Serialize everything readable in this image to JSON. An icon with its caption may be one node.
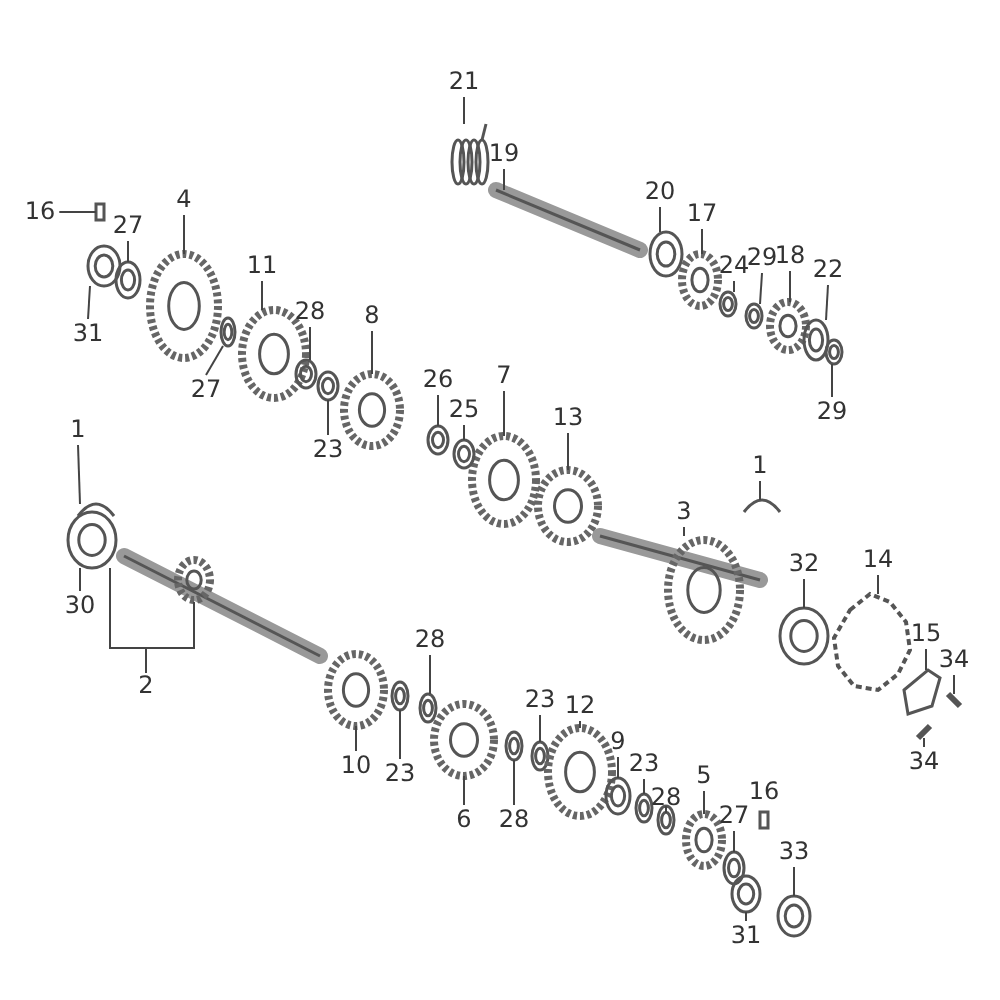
{
  "diagram": {
    "nodes": [
      {
        "text": [
          "21"
        ]
      },
      {
        "text": [
          "19"
        ]
      },
      {
        "text": [
          "20"
        ]
      },
      {
        "text": [
          "16"
        ]
      },
      {
        "text": [
          "4"
        ]
      },
      {
        "text": [
          "17"
        ]
      },
      {
        "text": [
          "27"
        ]
      },
      {
        "text": [
          "29"
        ]
      },
      {
        "text": [
          "18"
        ]
      },
      {
        "text": [
          "22"
        ]
      },
      {
        "text": [
          "24"
        ]
      },
      {
        "text": [
          "11"
        ]
      },
      {
        "text": [
          "28"
        ]
      },
      {
        "text": [
          "8"
        ]
      },
      {
        "text": [
          "31"
        ]
      },
      {
        "text": [
          "7"
        ]
      },
      {
        "text": [
          "26"
        ]
      },
      {
        "text": [
          "27"
        ]
      },
      {
        "text": [
          "25"
        ]
      },
      {
        "text": [
          "29"
        ]
      },
      {
        "text": [
          "13"
        ]
      },
      {
        "text": [
          "1"
        ]
      },
      {
        "text": [
          "23"
        ]
      },
      {
        "text": [
          "1"
        ]
      },
      {
        "text": [
          "3"
        ]
      },
      {
        "text": [
          "32"
        ]
      },
      {
        "text": [
          "14"
        ]
      },
      {
        "text": [
          "15"
        ]
      },
      {
        "text": [
          "34"
        ]
      },
      {
        "text": [
          "30"
        ]
      },
      {
        "text": [
          "2"
        ]
      },
      {
        "text": [
          "28"
        ]
      },
      {
        "text": [
          "23"
        ]
      },
      {
        "text": [
          "12"
        ]
      },
      {
        "text": [
          "9"
        ]
      },
      {
        "text": [
          "10"
        ]
      },
      {
        "text": [
          "23"
        ]
      },
      {
        "text": [
          "5"
        ]
      },
      {
        "text": [
          "27"
        ]
      },
      {
        "text": [
          "28"
        ]
      },
      {
        "text": [
          "23"
        ]
      },
      {
        "text": [
          "34"
        ]
      },
      {
        "text": [
          "6"
        ]
      },
      {
        "text": [
          "28"
        ]
      },
      {
        "text": [
          "33"
        ]
      },
      {
        "text": [
          "31"
        ]
      },
      {
        "text": [],
        "shape": "spring"
      },
      {
        "text": [],
        "shape": "shaft"
      },
      {
        "text": [],
        "shape": "ring"
      },
      {
        "text": [],
        "shape": "pin"
      },
      {
        "text": [],
        "shape": "gear"
      },
      {
        "text": [],
        "shape": "gear"
      },
      {
        "text": [],
        "shape": "ring"
      },
      {
        "text": [],
        "shape": "ring"
      },
      {
        "text": [],
        "shape": "gear"
      },
      {
        "text": [],
        "shape": "ring"
      },
      {
        "text": [],
        "shape": "ring"
      },
      {
        "text": [],
        "shape": "gear"
      },
      {
        "text": [],
        "shape": "ring"
      },
      {
        "text": [],
        "shape": "gear"
      },
      {
        "text": [],
        "shape": "ring"
      },
      {
        "text": [],
        "shape": "gear"
      },
      {
        "text": [],
        "shape": "ring"
      },
      {
        "text": [],
        "shape": "ring"
      },
      {
        "text": [],
        "shape": "ring"
      },
      {
        "text": [],
        "shape": "ring"
      },
      {
        "text": [],
        "shape": "gear"
      },
      {
        "text": [],
        "shape": "clip"
      },
      {
        "text": [],
        "shape": "ring"
      },
      {
        "text": [],
        "shape": "clip"
      },
      {
        "text": [],
        "shape": "shaft"
      },
      {
        "text": [],
        "shape": "ring"
      },
      {
        "text": [],
        "shape": "sprocket"
      },
      {
        "text": [],
        "shape": "plate"
      },
      {
        "text": [],
        "shape": "bolt"
      },
      {
        "text": [],
        "shape": "ring"
      },
      {
        "text": [],
        "shape": "shaft"
      },
      {
        "text": [],
        "shape": "ring"
      },
      {
        "text": [],
        "shape": "ring"
      },
      {
        "text": [],
        "shape": "gear"
      },
      {
        "text": [],
        "shape": "ring"
      },
      {
        "text": [],
        "shape": "gear"
      },
      {
        "text": [],
        "shape": "ring"
      },
      {
        "text": [],
        "shape": "gear"
      },
      {
        "text": [],
        "shape": "ring"
      },
      {
        "text": [],
        "shape": "ring"
      },
      {
        "text": [],
        "shape": "ring"
      },
      {
        "text": [],
        "shape": "bolt"
      },
      {
        "text": [],
        "shape": "gear"
      },
      {
        "text": [],
        "shape": "ring"
      },
      {
        "text": [],
        "shape": "ring"
      },
      {
        "text": [],
        "shape": "ring"
      }
    ],
    "edges": [
      {
        "from": 0,
        "to": 46,
        "arrow": "none"
      },
      {
        "from": 1,
        "to": 47,
        "arrow": "none"
      },
      {
        "from": 2,
        "to": 48,
        "arrow": "none"
      },
      {
        "from": 3,
        "to": 49,
        "arrow": "none"
      },
      {
        "from": 4,
        "to": 50,
        "arrow": "none"
      },
      {
        "from": 5,
        "to": 51,
        "arrow": "none"
      },
      {
        "from": 6,
        "to": 52,
        "arrow": "none"
      },
      {
        "from": 7,
        "to": 53,
        "arrow": "none"
      },
      {
        "from": 8,
        "to": 54,
        "arrow": "none"
      },
      {
        "from": 9,
        "to": 55,
        "arrow": "none"
      },
      {
        "from": 10,
        "to": 56,
        "arrow": "none"
      },
      {
        "from": 11,
        "to": 57,
        "arrow": "none"
      },
      {
        "from": 12,
        "to": 58,
        "arrow": "none"
      },
      {
        "from": 13,
        "to": 59,
        "arrow": "none"
      },
      {
        "from": 14,
        "to": 60,
        "arrow": "none"
      },
      {
        "from": 15,
        "to": 61,
        "arrow": "none"
      },
      {
        "from": 16,
        "to": 62,
        "arrow": "none"
      },
      {
        "from": 17,
        "to": 63,
        "arrow": "none"
      },
      {
        "from": 18,
        "to": 64,
        "arrow": "none"
      },
      {
        "from": 19,
        "to": 65,
        "arrow": "none"
      },
      {
        "from": 20,
        "to": 66,
        "arrow": "none"
      },
      {
        "from": 21,
        "to": 67,
        "arrow": "none"
      },
      {
        "from": 22,
        "to": 68,
        "arrow": "none"
      },
      {
        "from": 23,
        "to": 69,
        "arrow": "none"
      },
      {
        "from": 24,
        "to": 70,
        "arrow": "none"
      },
      {
        "from": 25,
        "to": 71,
        "arrow": "none"
      },
      {
        "from": 26,
        "to": 72,
        "arrow": "none"
      },
      {
        "from": 27,
        "to": 73,
        "arrow": "none"
      },
      {
        "from": 28,
        "to": 74,
        "arrow": "none"
      },
      {
        "from": 29,
        "to": 75,
        "arrow": "none"
      },
      {
        "from": 30,
        "to": 75,
        "arrow": "none"
      },
      {
        "from": 30,
        "to": 76,
        "arrow": "none"
      },
      {
        "from": 31,
        "to": 77,
        "arrow": "none"
      },
      {
        "from": 32,
        "to": 78,
        "arrow": "none"
      },
      {
        "from": 33,
        "to": 79,
        "arrow": "none"
      },
      {
        "from": 34,
        "to": 80,
        "arrow": "none"
      },
      {
        "from": 35,
        "to": 81,
        "arrow": "none"
      },
      {
        "from": 36,
        "to": 82,
        "arrow": "none"
      },
      {
        "from": 37,
        "to": 83,
        "arrow": "none"
      },
      {
        "from": 38,
        "to": 84,
        "arrow": "none"
      },
      {
        "from": 39,
        "to": 85,
        "arrow": "none"
      },
      {
        "from": 40,
        "to": 86,
        "arrow": "none"
      },
      {
        "from": 41,
        "to": 87,
        "arrow": "none"
      },
      {
        "from": 42,
        "to": 88,
        "arrow": "none"
      },
      {
        "from": 43,
        "to": 89,
        "arrow": "none"
      },
      {
        "from": 44,
        "to": 90,
        "arrow": "none"
      },
      {
        "from": 45,
        "to": 91,
        "arrow": "none"
      }
    ],
    "labels": [
      "16"
    ]
  }
}
